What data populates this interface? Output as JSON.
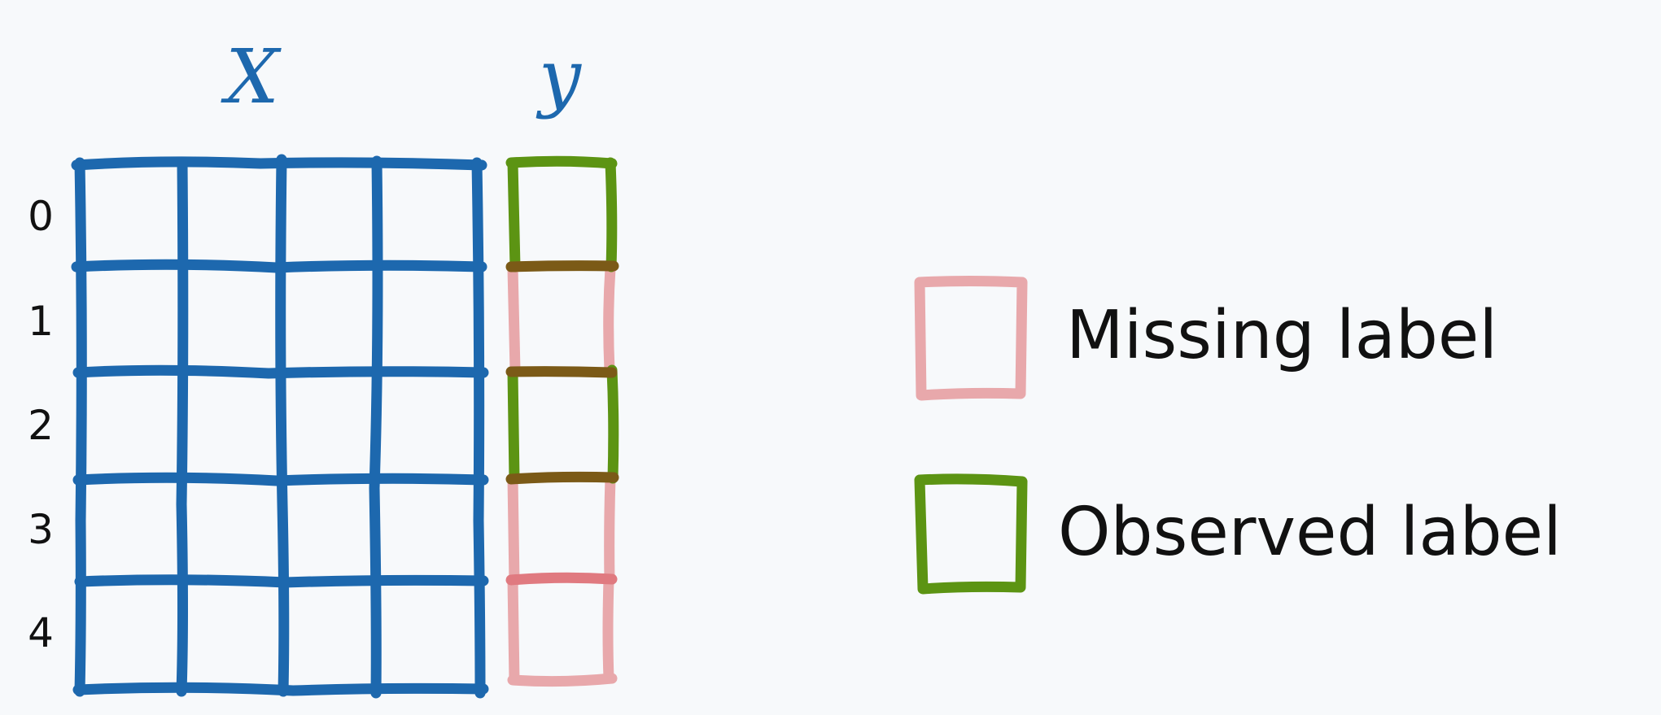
{
  "matrix": {
    "x_label": "X",
    "y_label": "y",
    "rows": [
      "0",
      "1",
      "2",
      "3",
      "4"
    ],
    "num_feature_columns": 4,
    "label_cells": [
      "observed",
      "missing",
      "observed",
      "missing",
      "missing"
    ]
  },
  "legend": {
    "items": [
      {
        "key": "missing",
        "label": "Missing label"
      },
      {
        "key": "observed",
        "label": "Observed label"
      }
    ]
  },
  "colors": {
    "background": "#f7f9fb",
    "feature_grid": "#1d68ae",
    "observed": "#5c9413",
    "missing": "#e8a8ab",
    "missing_accent": "#e07a80",
    "overlap": "#7b5a17",
    "text": "#111111"
  }
}
